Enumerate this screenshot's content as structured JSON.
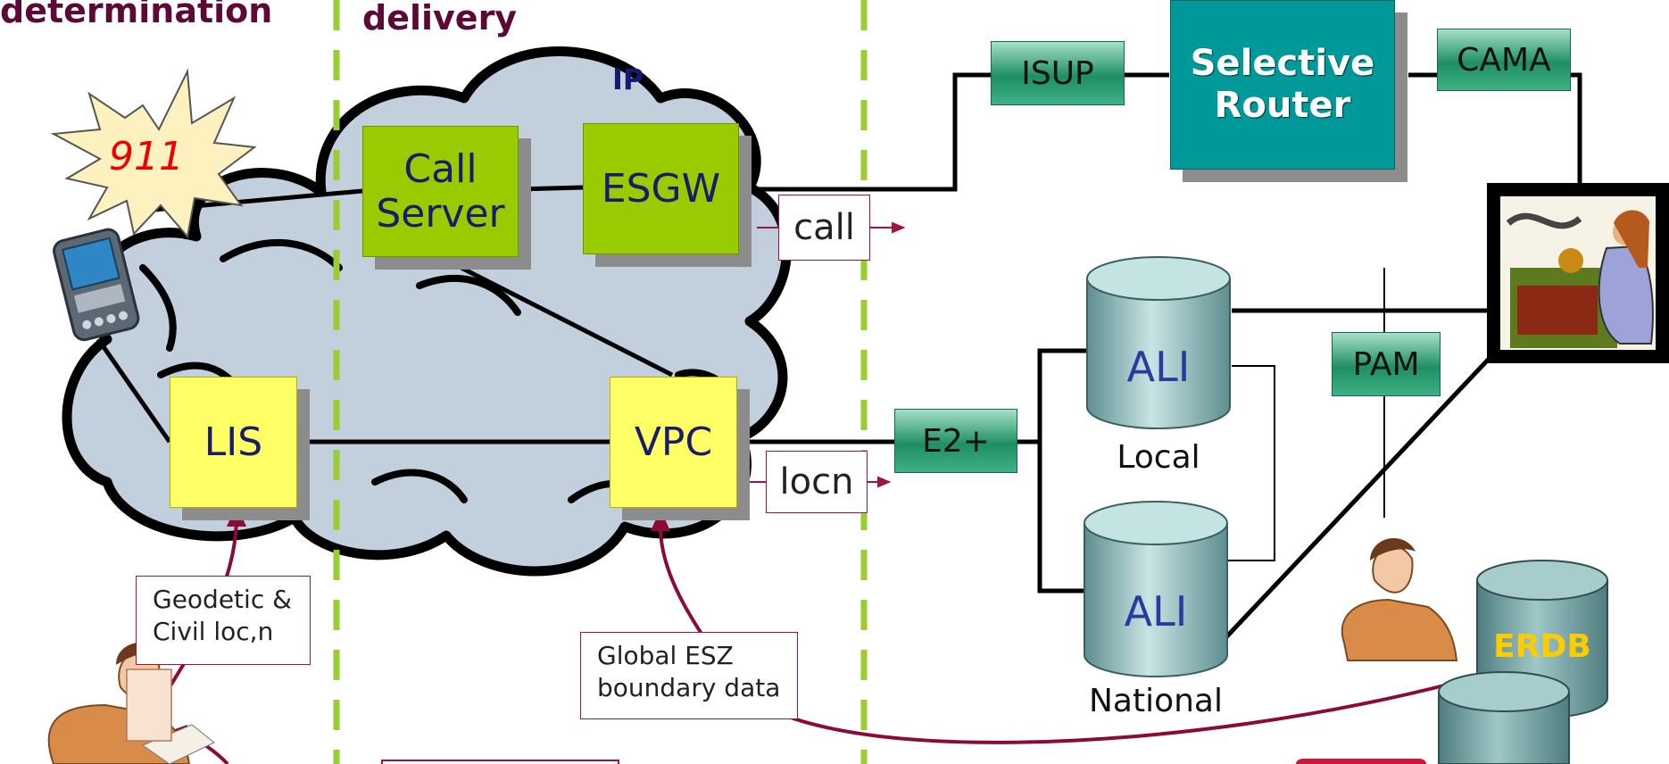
{
  "headers": {
    "left": "determination",
    "middle": "delivery"
  },
  "cloud_label": "IP",
  "starburst_text": "911",
  "nodes": {
    "call_server": "Call\nServer",
    "esgw": "ESGW",
    "lis": "LIS",
    "vpc": "VPC",
    "selective_router": "Selective\nRouter"
  },
  "protocols": {
    "isup": "ISUP",
    "cama": "CAMA",
    "pam": "PAM",
    "e2plus": "E2+"
  },
  "tags": {
    "call": "call",
    "locn": "locn"
  },
  "databases": {
    "ali_local": {
      "name": "ALI",
      "caption": "Local"
    },
    "ali_national": {
      "name": "ALI",
      "caption": "National"
    },
    "erdb": "ERDB"
  },
  "notes": {
    "geodetic": "Geodetic &\nCivil loc,n",
    "global_esz": "Global ESZ\nboundary data"
  },
  "colors": {
    "heading": "#5c0a35",
    "cloud_fill": "#c2cfdc",
    "node_green": "#99cc00",
    "node_yellow": "#ffff66",
    "router_teal": "#009999",
    "protocol_green": "#2e9e70",
    "database": "#6f9c9c",
    "annotation_border": "#a1143f",
    "divider": "#9acd32",
    "emergency_red": "#ff0000",
    "erdb_text": "#ffcc00"
  },
  "icons": [
    "starburst-icon",
    "pda-phone-icon",
    "psap-operator-icon",
    "office-worker-icon",
    "database-icon"
  ]
}
